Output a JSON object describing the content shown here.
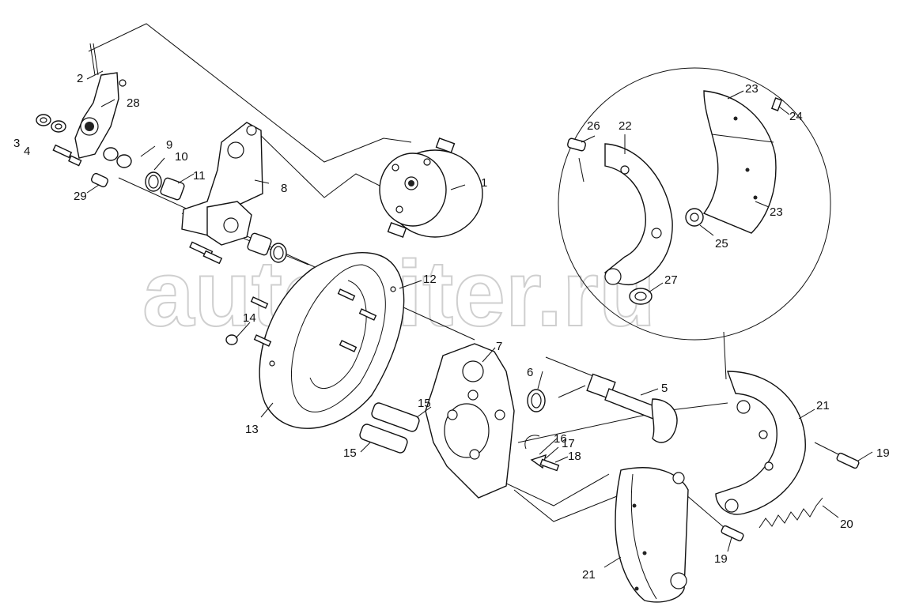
{
  "watermark": "autopiter.ru",
  "callouts": [
    {
      "id": "c1",
      "text": "1"
    },
    {
      "id": "c2",
      "text": "2"
    },
    {
      "id": "c3",
      "text": "3"
    },
    {
      "id": "c4",
      "text": "4"
    },
    {
      "id": "c5",
      "text": "5"
    },
    {
      "id": "c6",
      "text": "6"
    },
    {
      "id": "c7",
      "text": "7"
    },
    {
      "id": "c8",
      "text": "8"
    },
    {
      "id": "c9",
      "text": "9"
    },
    {
      "id": "c10",
      "text": "10"
    },
    {
      "id": "c11",
      "text": "11"
    },
    {
      "id": "c12",
      "text": "12"
    },
    {
      "id": "c13",
      "text": "13"
    },
    {
      "id": "c14",
      "text": "14"
    },
    {
      "id": "c15a",
      "text": "15"
    },
    {
      "id": "c15b",
      "text": "15"
    },
    {
      "id": "c16",
      "text": "16"
    },
    {
      "id": "c17",
      "text": "17"
    },
    {
      "id": "c18",
      "text": "18"
    },
    {
      "id": "c19a",
      "text": "19"
    },
    {
      "id": "c19b",
      "text": "19"
    },
    {
      "id": "c20",
      "text": "20"
    },
    {
      "id": "c21a",
      "text": "21"
    },
    {
      "id": "c21b",
      "text": "21"
    },
    {
      "id": "c22",
      "text": "22"
    },
    {
      "id": "c23a",
      "text": "23"
    },
    {
      "id": "c23b",
      "text": "23"
    },
    {
      "id": "c24",
      "text": "24"
    },
    {
      "id": "c25",
      "text": "25"
    },
    {
      "id": "c26",
      "text": "26"
    },
    {
      "id": "c27",
      "text": "27"
    },
    {
      "id": "c28",
      "text": "28"
    },
    {
      "id": "c29",
      "text": "29"
    }
  ]
}
